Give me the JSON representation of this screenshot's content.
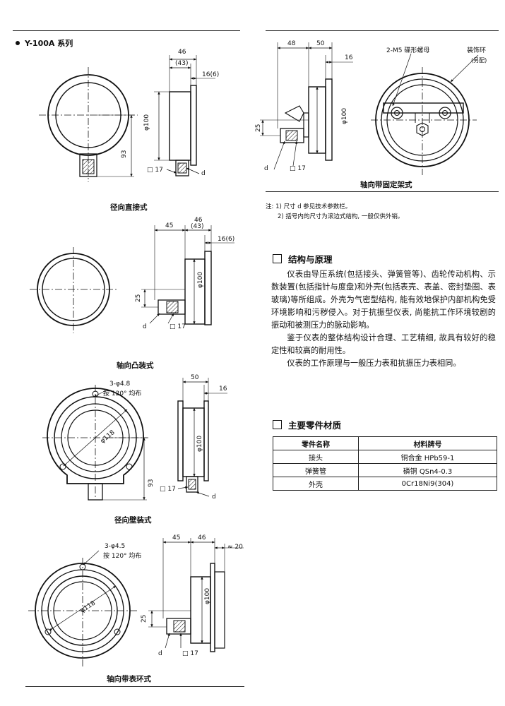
{
  "series_title": "Y-100A 系列",
  "figures": {
    "radial_direct": {
      "caption": "径向直接式",
      "dim_46": "46",
      "dim_43": "(43)",
      "dim_16_6": "16(6)",
      "dim_phi100": "φ100",
      "dim_93": "93",
      "dim_sq17": "□ 17",
      "dim_d": "d"
    },
    "axial_convex": {
      "caption": "轴向凸装式",
      "dim_45": "45",
      "dim_46": "46",
      "dim_43": "(43)",
      "dim_16_6": "16(6)",
      "dim_phi100": "φ100",
      "dim_25": "25",
      "dim_d": "d",
      "dim_sq17": "□ 17"
    },
    "radial_wall": {
      "caption": "径向壁装式",
      "holes": "3-φ4.8",
      "holes_note": "按 120° 均布",
      "dim_phi118": "φ118",
      "dim_50": "50",
      "dim_16": "16",
      "dim_phi100": "φ100",
      "dim_93": "93",
      "dim_sq17": "□ 17",
      "dim_d": "d"
    },
    "axial_ring": {
      "caption": "轴向带表环式",
      "holes": "3-φ4.5",
      "holes_note": "按 120° 均布",
      "dim_phi118": "φ118",
      "dim_45": "45",
      "dim_46": "46",
      "dim_20": "≈ 20",
      "dim_phi100": "φ100",
      "dim_25": "25",
      "dim_d": "d",
      "dim_sq17": "□ 17"
    },
    "axial_bracket": {
      "caption": "轴向带固定架式",
      "dim_48": "48",
      "dim_50": "50",
      "dim_16": "16",
      "dim_phi100": "φ100",
      "dim_25": "25",
      "dim_d": "d",
      "dim_sq17": "□ 17",
      "label_screw": "2-M5 碟形螺母",
      "label_ring": "装饰环",
      "label_ring_note": "(另配)"
    }
  },
  "notes": [
    "注: 1) 尺寸 d 参见技术参数栏。",
    "2) 括号内的尺寸为滚边式结构, 一般仅供外销。"
  ],
  "structure": {
    "heading": "结构与原理",
    "paragraphs": [
      "仪表由导压系统(包括接头、弹簧管等)、齿轮传动机构、示数装置(包括指针与度盘)和外壳(包括表壳、表盖、密封垫圈、表玻璃)等所组成。外壳为气密型结构, 能有效地保护内部机构免受环境影响和污秽侵入。对于抗振型仪表, 尚能抗工作环境较剧的振动和被测压力的脉动影响。",
      "鉴于仪表的整体结构设计合理、工艺精细, 故具有较好的稳定性和较高的耐用性。",
      "仪表的工作原理与一般压力表和抗振压力表相同。"
    ]
  },
  "materials": {
    "heading": "主要零件材质",
    "columns": [
      "零件名称",
      "材料牌号"
    ],
    "rows": [
      [
        "接头",
        "铜合金 HPb59-1"
      ],
      [
        "弹簧管",
        "磷铜 QSn4-0.3"
      ],
      [
        "外壳",
        "0Cr18Ni9(304)"
      ]
    ]
  }
}
